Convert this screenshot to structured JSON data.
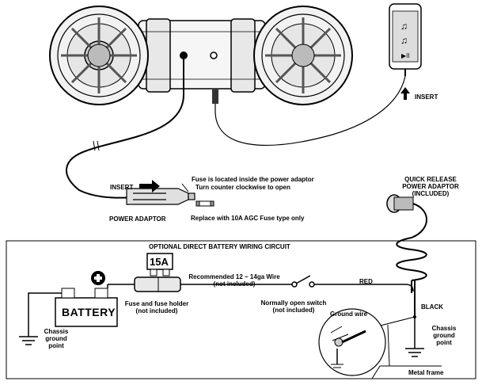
{
  "labels": {
    "insert_phone": "INSERT",
    "insert_adaptor": "INSERT",
    "power_adaptor": "POWER ADAPTOR",
    "fuse_note_line1": "Fuse is located inside the power adaptor",
    "fuse_note_line2": "Turn counter clockwise to open",
    "replace_fuse": "Replace with 10A AGC Fuse type only",
    "quick_release_1": "QUICK RELEASE",
    "quick_release_2": "POWER ADAPTOR",
    "quick_release_3": "(INCLUDED)",
    "optional_circuit": "OPTIONAL DIRECT BATTERY WIRING CIRCUIT",
    "fuse_rating": "15A",
    "recommended_wire_1": "Recommended 12 ~ 14ga Wire",
    "recommended_wire_2": "(not included)",
    "red": "RED",
    "black": "BLACK",
    "battery": "BATTERY",
    "fuse_holder_1": "Fuse and fuse holder",
    "fuse_holder_2": "(not included)",
    "switch_1": "Normally open switch",
    "switch_2": "(not included)",
    "chassis_left_1": "Chassis",
    "chassis_left_2": "ground",
    "chassis_left_3": "point",
    "ground_wire": "Ground wire",
    "chassis_right_1": "Chassis",
    "chassis_right_2": "ground",
    "chassis_right_3": "point",
    "metal_frame": "Metal frame"
  },
  "colors": {
    "line": "#000000",
    "background": "#ffffff",
    "gray": "#9a9a9a"
  },
  "icons": [
    "plus-icon",
    "ground-symbol-icon",
    "music-note-icon",
    "play-pause-icon",
    "arrow-right-icon",
    "arrow-up-icon"
  ]
}
